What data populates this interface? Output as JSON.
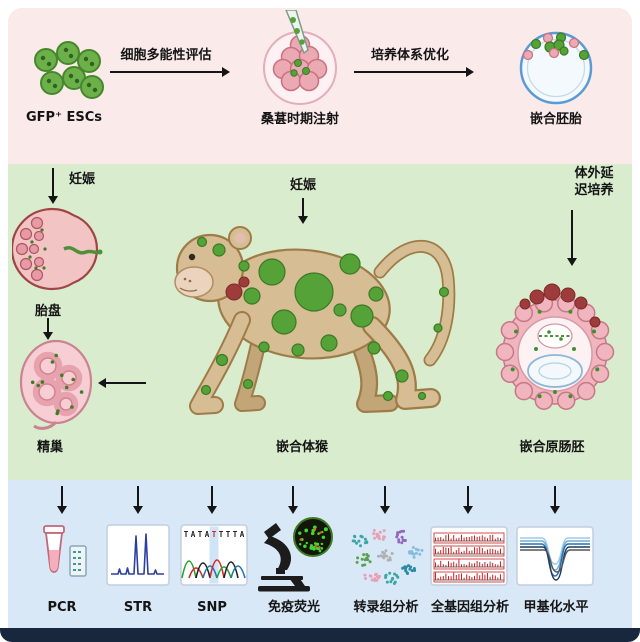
{
  "top": {
    "esc_label": "GFP⁺ ESCs",
    "step1_label": "细胞多能性评估",
    "morula_label": "桑葚时期注射",
    "step2_label": "培养体系优化",
    "embryo_label": "嵌合胚胎"
  },
  "middle": {
    "pregnancy_left_label": "妊娠",
    "pregnancy_center_label": "妊娠",
    "extended_culture_line1": "体外延",
    "extended_culture_line2": "迟培养",
    "placenta_label": "胎盘",
    "testis_label": "精巢",
    "monkey_label": "嵌合体猴",
    "gastrula_label": "嵌合原肠胚"
  },
  "bottom": {
    "assays": [
      {
        "label": "PCR"
      },
      {
        "label": "STR"
      },
      {
        "label": "SNP"
      },
      {
        "label": "免疫荧光"
      },
      {
        "label": "转录组分析"
      },
      {
        "label": "全基因组分析"
      },
      {
        "label": "甲基化水平"
      }
    ],
    "snp_letters": [
      "T",
      "A",
      "T",
      "A",
      "T",
      "T",
      "T",
      "T",
      "A"
    ]
  },
  "colors": {
    "top_panel": "#fbeaea",
    "middle_panel": "#d9ecce",
    "bottom_panel": "#d8e8f6",
    "bottom_bar": "#18263e",
    "gfp_green": "#55a238",
    "pink_cell": "#eba9b4",
    "arrow_black": "#151515"
  }
}
